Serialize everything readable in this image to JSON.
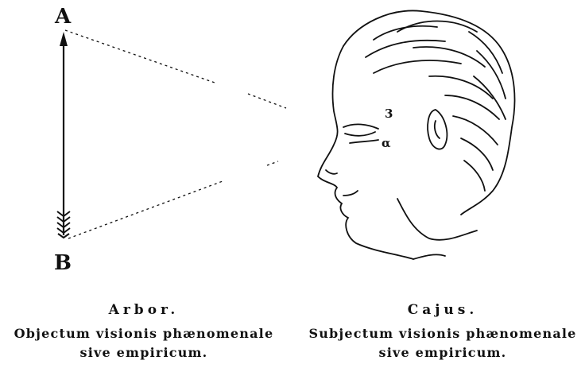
{
  "labels": {
    "top_point": "A",
    "bottom_point": "B",
    "eye_mark_upper": "3",
    "eye_mark_lower": "α"
  },
  "left_caption": {
    "title": "Arbor.",
    "line1": "Objectum visionis phænomenale",
    "line2": "sive empiricum."
  },
  "right_caption": {
    "title": "Cajus.",
    "line1": "Subjectum visionis phænomenale",
    "line2": "sive empiricum."
  },
  "colors": {
    "ink": "#111111",
    "background": "#ffffff"
  }
}
